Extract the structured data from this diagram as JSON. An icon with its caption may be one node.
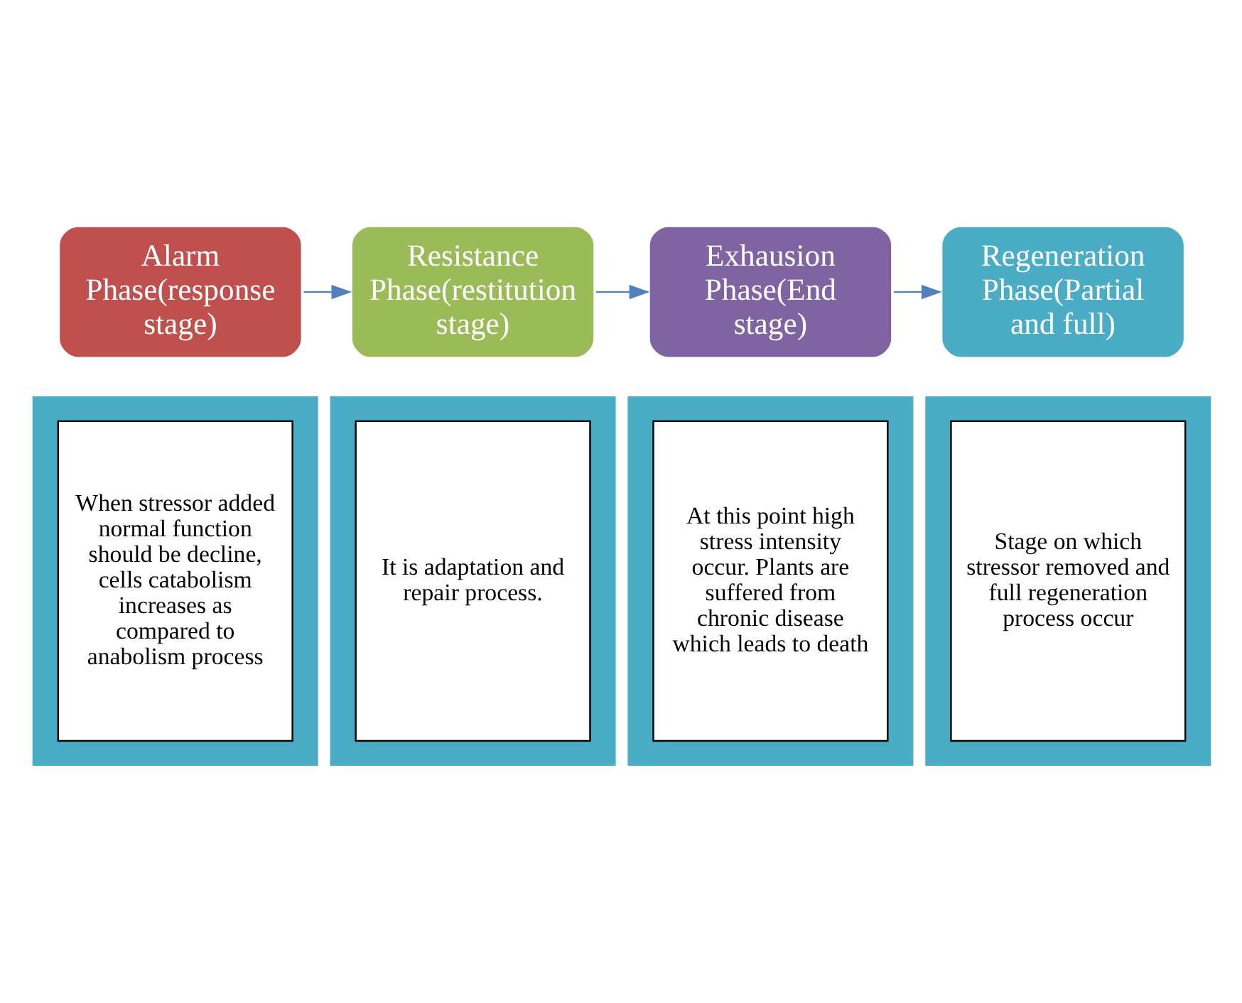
{
  "diagram": {
    "nodes": [
      {
        "text": [
          "Alarm Phase(response stage)"
        ]
      },
      {
        "text": [
          "Resistance Phase(restitution stage)"
        ]
      },
      {
        "text": [
          "Exhausion Phase(End stage)"
        ]
      },
      {
        "text": [
          "Regeneration Phase(Partial and full)"
        ]
      },
      {
        "text": [],
        "shape": "arrow"
      },
      {
        "text": [
          "When stressor added normal function should be decline, cells catabolism increases as compared to anabolism process"
        ],
        "in": 4
      },
      {
        "text": [],
        "shape": "arrow"
      },
      {
        "text": [
          "It is adaptation and repair process."
        ],
        "in": 6
      },
      {
        "text": [],
        "shape": "arrow"
      },
      {
        "text": [
          "At this point high stress intensity occur. Plants are suffered from chronic disease which leads to death"
        ],
        "in": 8
      },
      {
        "text": [],
        "shape": "arrow"
      },
      {
        "text": [
          "Stage on which stressor removed and full regeneration process occur"
        ],
        "in": 10
      }
    ],
    "edges": [
      {
        "from": 0,
        "to": 1,
        "arrow": "to"
      },
      {
        "from": 1,
        "to": 2,
        "arrow": "to"
      },
      {
        "from": 2,
        "to": 3,
        "arrow": "to"
      }
    ]
  }
}
